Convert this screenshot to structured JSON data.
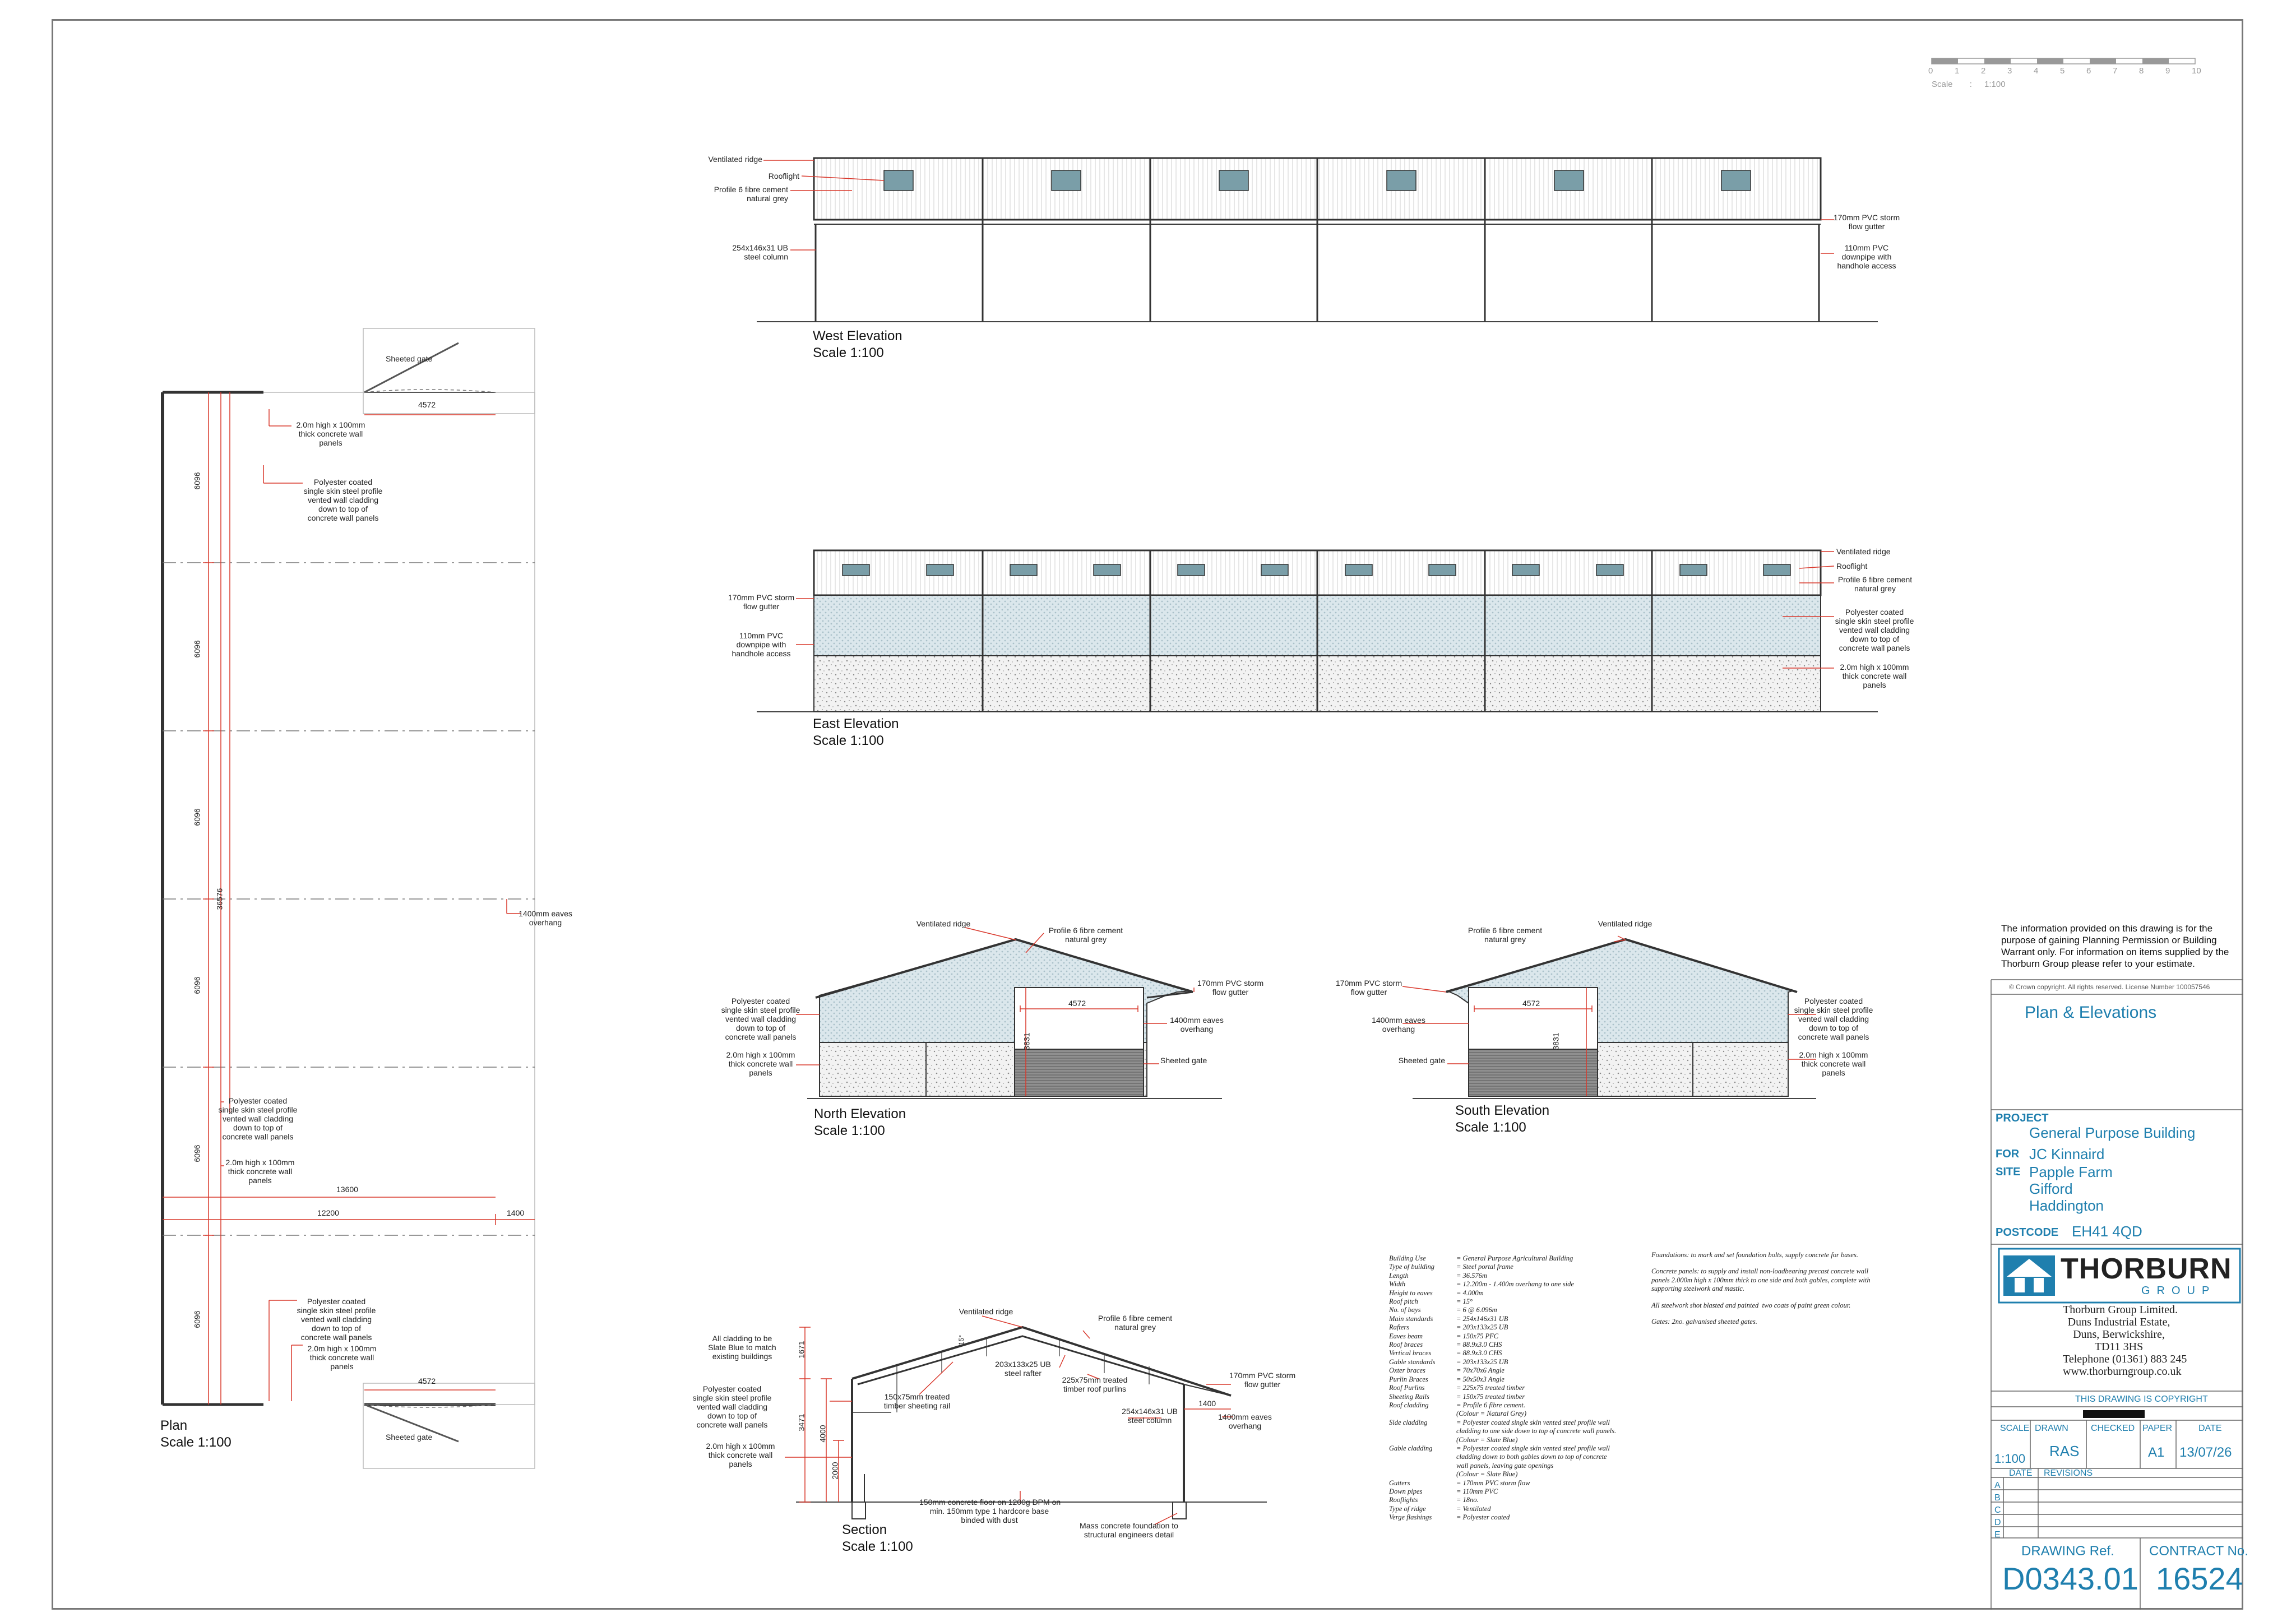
{
  "scale_bar": {
    "ticks": [
      "0",
      "1",
      "2",
      "3",
      "4",
      "5",
      "6",
      "7",
      "8",
      "9",
      "10"
    ],
    "label": "Scale",
    "sep": ":",
    "value": "1:100"
  },
  "views": {
    "west": {
      "title": "West Elevation",
      "scale": "Scale 1:100",
      "labels": {
        "ridge": "Ventilated ridge",
        "rooflight": "Rooflight",
        "roofsheet": "Profile 6 fibre cement\nnatural grey",
        "column": "254x146x31 UB\nsteel column",
        "gutter": "170mm PVC storm\nflow gutter",
        "downpipe": "110mm PVC\ndownpipe with\nhandhole access"
      }
    },
    "east": {
      "title": "East Elevation",
      "scale": "Scale 1:100",
      "labels": {
        "gutter": "170mm PVC storm\nflow gutter",
        "downpipe": "110mm PVC\ndownpipe with\nhandhole access",
        "ridge": "Ventilated ridge",
        "rooflight": "Rooflight",
        "roofsheet": "Profile 6 fibre cement\nnatural grey",
        "cladding": "Polyester coated\nsingle skin steel profile\nvented wall cladding\ndown to top of\nconcrete wall panels",
        "wall": "2.0m high x 100mm\nthick concrete wall\npanels"
      }
    },
    "north": {
      "title": "North Elevation",
      "scale": "Scale 1:100",
      "dim_w": "4572",
      "dim_h": "3831",
      "labels": {
        "ridge": "Ventilated ridge",
        "roofsheet": "Profile 6 fibre cement\nnatural grey",
        "gutter": "170mm PVC storm\nflow gutter",
        "cladding": "Polyester coated\nsingle skin steel profile\nvented wall cladding\ndown to top of\nconcrete wall panels",
        "eaves": "1400mm eaves\noverhang",
        "wall": "2.0m high x 100mm\nthick concrete wall\npanels",
        "gate": "Sheeted gate"
      }
    },
    "south": {
      "title": "South Elevation",
      "scale": "Scale 1:100",
      "dim_w": "4572",
      "dim_h": "3831",
      "labels": {
        "roofsheet": "Profile 6 fibre cement\nnatural grey",
        "ridge": "Ventilated ridge",
        "gutter": "170mm PVC storm\nflow gutter",
        "eaves": "1400mm eaves\noverhang",
        "gate": "Sheeted gate",
        "cladding": "Polyester coated\nsingle skin steel profile\nvented wall cladding\ndown to top of\nconcrete wall panels",
        "wall": "2.0m high x 100mm\nthick concrete wall\npanels"
      }
    },
    "section": {
      "title": "Section",
      "scale": "Scale 1:100",
      "dims": {
        "a": "1671",
        "b": "3471",
        "c": "4000",
        "d": "2000",
        "e": "1400",
        "f": "15°"
      },
      "labels": {
        "ridge": "Ventilated ridge",
        "roofsheet": "Profile 6 fibre cement\nnatural grey",
        "slate": "All cladding to be\nSlate Blue to match\nexisting buildings",
        "rafter": "203x133x25 UB\nsteel rafter",
        "gutter": "170mm PVC storm\nflow gutter",
        "cladding": "Polyester coated\nsingle skin steel profile\nvented wall cladding\ndown to top of\nconcrete wall panels",
        "rail": "150x75mm treated\ntimber sheeting rail",
        "purlins": "225x75mm treated\ntimber roof purlins",
        "column": "254x146x31 UB\nsteel column",
        "eaves": "1400mm eaves\noverhang",
        "wall": "2.0m high x 100mm\nthick concrete wall\npanels",
        "floor": "150mm concrete floor on 1200g DPM on\nmin. 150mm type 1 hardcore base\nbinded with dust",
        "foundation": "Mass concrete foundation to\nstructural engineers detail"
      }
    },
    "plan": {
      "title": "Plan",
      "scale": "Scale 1:100",
      "dims": {
        "bay": "6096",
        "length": "36576",
        "total_w": "13600",
        "inner_w": "12200",
        "overhang": "1400",
        "gate_w": "4572"
      },
      "labels": {
        "gate": "Sheeted gate",
        "wall": "2.0m high x 100mm\nthick concrete wall\npanels",
        "cladding": "Polyester coated\nsingle skin steel profile\nvented wall cladding\ndown to top of\nconcrete wall panels",
        "eaves": "1400mm eaves\noverhang"
      }
    }
  },
  "spec": [
    {
      "k": "Building Use",
      "v": "= General Purpose Agricultural Building"
    },
    {
      "k": "Type of building",
      "v": "= Steel portal frame"
    },
    {
      "k": "Length",
      "v": "= 36.576m"
    },
    {
      "k": "Width",
      "v": "= 12.200m - 1.400m overhang to one side"
    },
    {
      "k": "Height to eaves",
      "v": "= 4.000m"
    },
    {
      "k": "Roof pitch",
      "v": "= 15°"
    },
    {
      "k": "No. of bays",
      "v": "= 6 @ 6.096m"
    },
    {
      "k": "Main standards",
      "v": "= 254x146x31 UB"
    },
    {
      "k": "Rafters",
      "v": "= 203x133x25 UB"
    },
    {
      "k": "Eaves beam",
      "v": "= 150x75 PFC"
    },
    {
      "k": "Roof braces",
      "v": "= 88.9x3.0 CHS"
    },
    {
      "k": "Vertical braces",
      "v": "= 88.9x3.0 CHS"
    },
    {
      "k": "Gable standards",
      "v": "= 203x133x25 UB"
    },
    {
      "k": "Oxter braces",
      "v": "= 70x70x6 Angle"
    },
    {
      "k": "Purlin Braces",
      "v": "= 50x50x3 Angle"
    },
    {
      "k": "Roof Purlins",
      "v": "= 225x75 treated timber"
    },
    {
      "k": "Sheeting Rails",
      "v": "= 150x75 treated timber"
    },
    {
      "k": "Roof cladding",
      "v": "= Profile 6 fibre cement.\n(Colour = Natural Grey)"
    },
    {
      "k": "Side cladding",
      "v": "= Polyester coated single skin vented steel profile wall\ncladding to one side down to top of concrete wall panels.\n(Colour = Slate Blue)"
    },
    {
      "k": "Gable cladding",
      "v": "= Polyester coated single skin vented steel profile wall\ncladding down to both gables down to top of concrete\nwall panels, leaving gate openings\n(Colour = Slate Blue)"
    },
    {
      "k": "Gutters",
      "v": "= 170mm PVC storm flow"
    },
    {
      "k": "Down pipes",
      "v": "= 110mm PVC"
    },
    {
      "k": "Rooflights",
      "v": "= 18no."
    },
    {
      "k": "Type of ridge",
      "v": "= Ventilated"
    },
    {
      "k": "Verge flashings",
      "v": "= Polyester coated"
    }
  ],
  "notes": [
    "Foundations: to mark and set foundation bolts, supply concrete for bases.",
    "Concrete panels: to supply and install non-loadbearing precast concrete wall\npanels 2.000m high x 100mm thick to one side and both gables, complete with\nsupporting steelwork and mastic.",
    "All steelwork shot blasted and painted  two coats of paint green colour.",
    "Gates: 2no. galvanised sheeted gates."
  ],
  "title_block": {
    "disclaimer": "The information provided on this drawing is for the\npurpose of gaining Planning Permission or Building\nWarrant only. For information on items supplied by the\nThorburn Group please refer to your estimate.",
    "crown": "© Crown copyright. All rights reserved. License Number 100057546",
    "drawing_title": "Plan & Elevations",
    "project_label": "PROJECT",
    "project": "General Purpose Building",
    "for_label": "FOR",
    "client": "JC Kinnaird",
    "site_label": "SITE",
    "site_lines": [
      "Papple Farm",
      "Gifford",
      "Haddington"
    ],
    "postcode_label": "POSTCODE",
    "postcode": "EH41 4QD",
    "company_logo": "THORBURN",
    "company_sub": "GROUP",
    "address_lines": [
      "Thorburn Group Limited.",
      "Duns Industrial Estate,",
      "Duns, Berwickshire,",
      "TD11 3HS",
      "Telephone (01361) 883 245",
      "www.thorburngroup.co.uk"
    ],
    "copyright": "THIS DRAWING IS COPYRIGHT",
    "headers": {
      "scale": "SCALE",
      "drawn": "DRAWN",
      "checked": "CHECKED",
      "paper": "PAPER",
      "date": "DATE"
    },
    "values": {
      "scale": "1:100",
      "drawn": "RAS",
      "checked": "",
      "paper": "A1",
      "date": "13/07/26"
    },
    "rev_headers": {
      "date": "DATE",
      "revisions": "REVISIONS"
    },
    "rev_letters": [
      "A",
      "B",
      "C",
      "D",
      "E"
    ],
    "drawing_ref_label": "DRAWING Ref.",
    "drawing_ref": "D0343.01",
    "contract_label": "CONTRACT No.",
    "contract": "16524"
  },
  "colors": {
    "accent": "#1f7fae",
    "dim_red": "#d9382c",
    "rooflight": "#7a9ea8",
    "cladding": "#bdd1da"
  }
}
